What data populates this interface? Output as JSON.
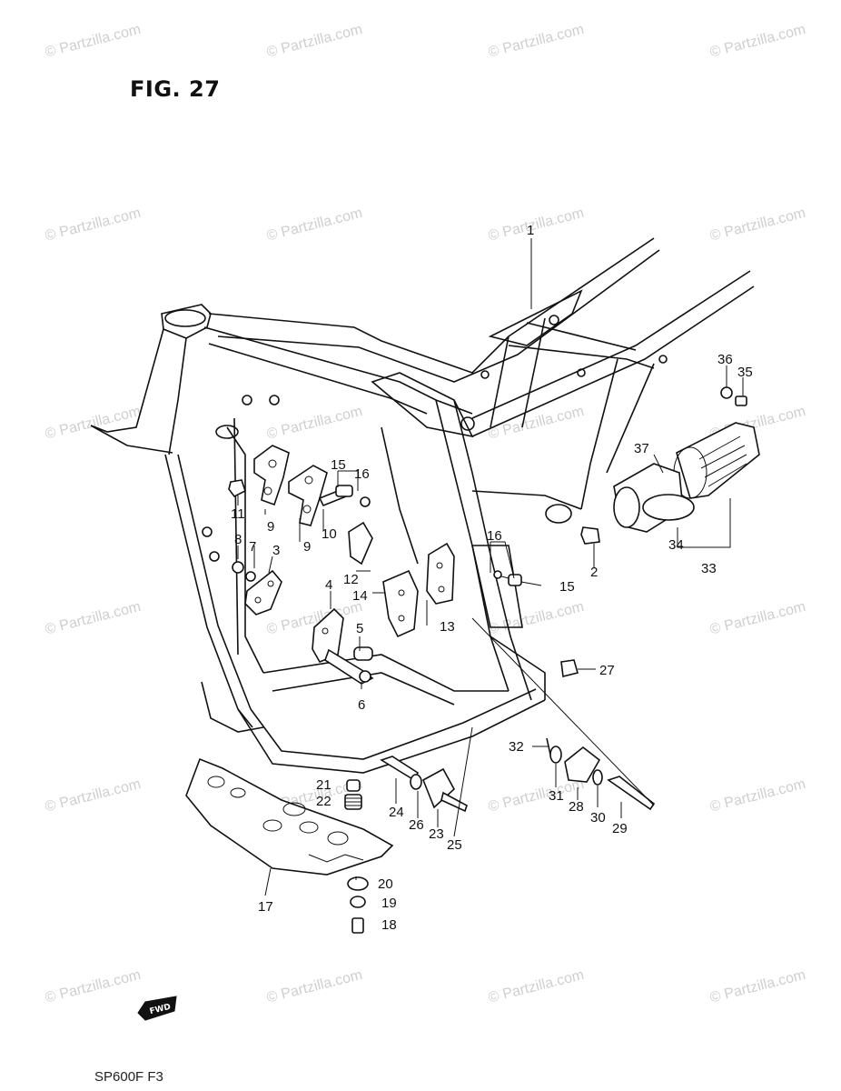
{
  "figure": {
    "title": "FIG. 27",
    "model_code": "SP600F  F3"
  },
  "watermark": {
    "text": "© Partzilla.com"
  },
  "callouts": [
    "1",
    "2",
    "3",
    "4",
    "5",
    "6",
    "7",
    "8",
    "9",
    "9",
    "10",
    "11",
    "12",
    "13",
    "14",
    "15",
    "15",
    "16",
    "16",
    "17",
    "18",
    "19",
    "20",
    "21",
    "22",
    "23",
    "24",
    "25",
    "26",
    "27",
    "28",
    "29",
    "30",
    "31",
    "32",
    "33",
    "34",
    "35",
    "36",
    "37"
  ],
  "fwd_badge": "FWD"
}
